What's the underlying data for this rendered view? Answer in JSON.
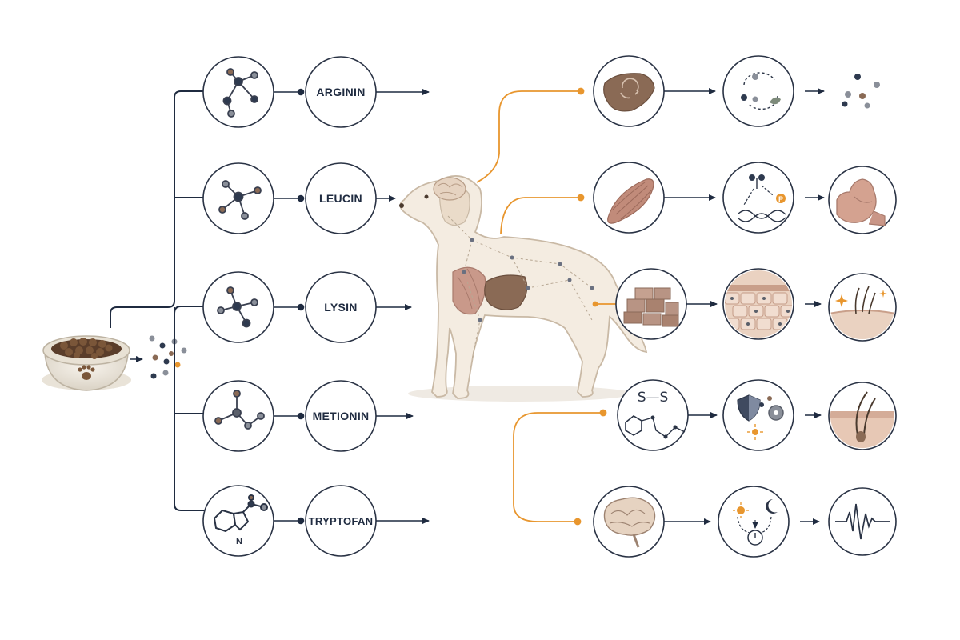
{
  "amino_acids": [
    {
      "label": "ARGININ"
    },
    {
      "label": "LEUCIN"
    },
    {
      "label": "LYSIN"
    },
    {
      "label": "METIONIN"
    },
    {
      "label": "TRYPTOFAN"
    }
  ],
  "outcome_rows": [
    {
      "source_icon": "liver-icon",
      "steps": [
        "urea-cycle-icon",
        "molecule-dots-icon"
      ]
    },
    {
      "source_icon": "muscle-icon",
      "steps": [
        "protein-synthesis-icon",
        "flexed-arm-icon"
      ]
    },
    {
      "source_icon": "tissue-blocks-icon",
      "steps": [
        "cell-layer-icon",
        "skin-hair-sparkle-icon"
      ]
    },
    {
      "source_icon": "disulfide-molecule-icon",
      "formula": "S—S",
      "steps": [
        "antioxidant-shield-icon",
        "hair-follicle-icon"
      ]
    },
    {
      "source_icon": "brain-icon",
      "steps": [
        "sleep-cycle-icon",
        "heartbeat-wave-icon"
      ]
    }
  ],
  "colors": {
    "navy": "#1f2b40",
    "orange": "#e8962e",
    "circle_stroke": "#2a3345",
    "dog_fill": "#f4ece1",
    "dog_stroke": "#c9b9a5",
    "liver": "#8a6a55",
    "muscle": "#b88575",
    "brain": "#e6d3c1"
  }
}
